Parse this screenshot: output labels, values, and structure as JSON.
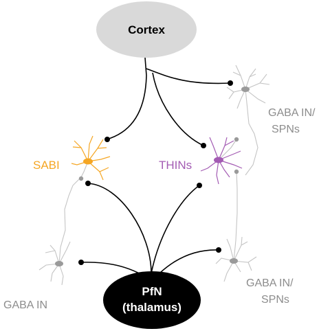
{
  "nodes": {
    "cortex": {
      "label": "Cortex",
      "fill": "#d9d9d9",
      "text_color": "#000000"
    },
    "pfn": {
      "line1": "PfN",
      "line2": "(thalamus)",
      "fill": "#000000",
      "text_color": "#ffffff"
    },
    "sabi": {
      "label": "SABI",
      "color": "#f5a623"
    },
    "thins": {
      "label": "THINs",
      "color": "#a35bb3"
    },
    "gaba_top_right": {
      "line1": "GABA IN/",
      "line2": "SPNs",
      "color": "#8c8c8c"
    },
    "gaba_bottom_right": {
      "line1": "GABA IN/",
      "line2": "SPNs",
      "color": "#8c8c8c"
    },
    "gaba_left": {
      "label": "GABA IN",
      "color": "#8c8c8c"
    }
  },
  "colors": {
    "connection": "#000000",
    "neuron_gray": "#b8b8b8"
  }
}
